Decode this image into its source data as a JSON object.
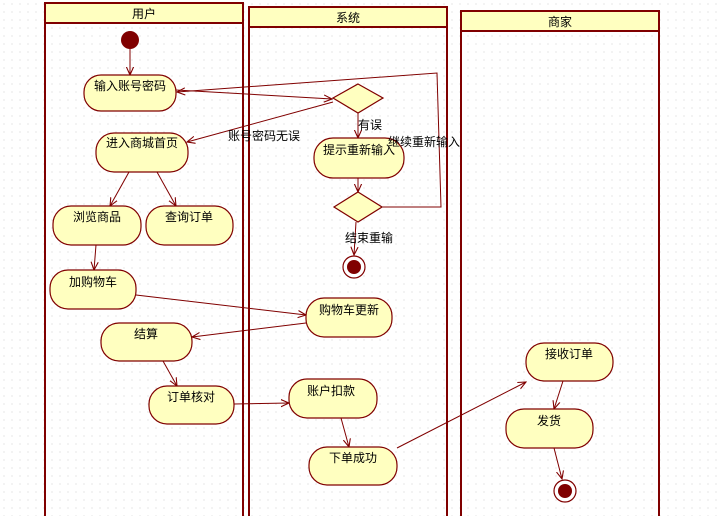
{
  "lanes": {
    "user": "用户",
    "system": "系统",
    "merchant": "商家"
  },
  "activities": {
    "enter_credentials": "输入账号密码",
    "enter_homepage": "进入商城首页",
    "browse_products": "浏览商品",
    "query_orders": "查询订单",
    "add_to_cart": "加购物车",
    "checkout": "结算",
    "verify_order": "订单核对",
    "prompt_reenter": "提示重新输入",
    "cart_update": "购物车更新",
    "account_deduct": "账户扣款",
    "order_success": "下单成功",
    "receive_order": "接收订单",
    "ship": "发货"
  },
  "edge_labels": {
    "credentials_ok": "账号密码无误",
    "has_error": "有误",
    "continue_reenter": "继续重新输入",
    "end_reenter": "结束重输"
  },
  "colors": {
    "line": "#800000",
    "fill": "#ffffc0"
  }
}
